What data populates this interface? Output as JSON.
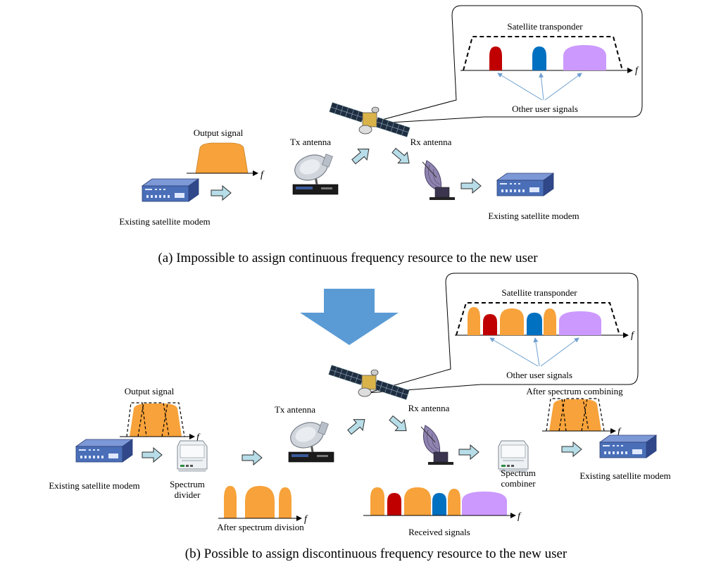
{
  "colors": {
    "orange": "#f7a23a",
    "red": "#c00000",
    "blue": "#0070c0",
    "purple": "#cc99ff",
    "arrow_fill": "#b7dde8",
    "big_arrow": "#5b9bd5",
    "modem": "#4a6fb8"
  },
  "freq_axis_label": "f",
  "part_a": {
    "caption": "(a)  Impossible to assign continuous frequency resource to the new user",
    "output_signal": "Output signal",
    "tx_antenna": "Tx antenna",
    "rx_antenna": "Rx antenna",
    "modem_left": "Existing  satellite  modem",
    "modem_right": "Existing  satellite  modem",
    "transponder_title": "Satellite  transponder",
    "other_user_signals": "Other user signals"
  },
  "part_b": {
    "caption": "(b)  Possible to assign discontinuous frequency resource to the new user",
    "output_signal": "Output signal",
    "tx_antenna": "Tx antenna",
    "rx_antenna": "Rx antenna",
    "modem_left": "Existing  satellite  modem",
    "modem_right": "Existing  satellite  modem",
    "spectrum_divider": [
      "Spectrum",
      "divider"
    ],
    "spectrum_combiner": [
      "Spectrum",
      "combiner"
    ],
    "after_division": "After spectrum division",
    "after_combining": "After spectrum combining",
    "received_signals": "Received signals",
    "transponder_title": "Satellite  transponder",
    "other_user_signals": "Other user signals"
  },
  "icons": [
    "satellite-icon",
    "modem-icon",
    "dish-antenna-icon",
    "parabolic-antenna-icon",
    "router-icon"
  ]
}
